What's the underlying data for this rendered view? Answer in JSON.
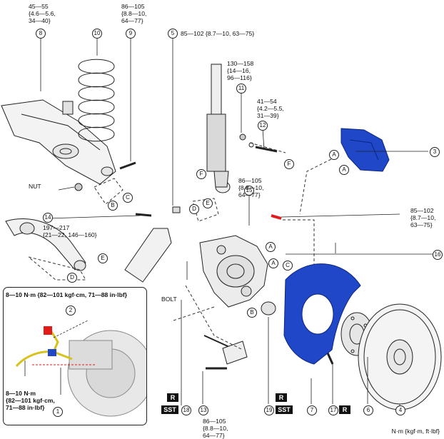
{
  "callouts": {
    "n1": "1",
    "n2": "2",
    "n3": "3",
    "n4": "4",
    "n5": "5",
    "n6": "6",
    "n7": "7",
    "n8": "8",
    "n9": "9",
    "n10": "10",
    "n11": "11",
    "n12": "12",
    "n13": "13",
    "n14": "14",
    "n15": "15",
    "n16": "16",
    "n17": "17",
    "n18": "18",
    "n19": "19"
  },
  "letters": {
    "a": "A",
    "b": "B",
    "c": "C",
    "d": "D",
    "e": "E",
    "f": "F"
  },
  "torques": {
    "t8": "45—55\n{4.6—5.6,\n34—40}",
    "t9": "86—105\n{8.8—10,\n64—77}",
    "t5": "85—102 {8.7—10, 63—75}",
    "t11": "130—158\n{14—16,\n96—116}",
    "t12": "41—54\n{4.2—5.5,\n31—39}",
    "t15": "86—105\n{8.8—10,\n64—77}",
    "t_bolt_red": "85—102\n{8.7—10,\n63—75}",
    "t14": "197—217\n{21—22, 146—160}",
    "t13": "86—105\n{8.8—10,\n64—77}",
    "inset_top": "8—10 N·m {82—101 kgf·cm, 71—88 in·lbf}",
    "inset_bottom": "8—10 N·m\n{82—101 kgf·cm,\n71—88 in·lbf}"
  },
  "text_labels": {
    "nut": "NUT",
    "bolt": "BOLT"
  },
  "marks": {
    "r": "R",
    "sst": "SST"
  },
  "footer": "N·m {kgf·m, ft·lbf}",
  "colors": {
    "caliper_blue": "#1f47c8",
    "accent_red": "#e21a1a",
    "harness_yellow": "#d6c21a"
  }
}
